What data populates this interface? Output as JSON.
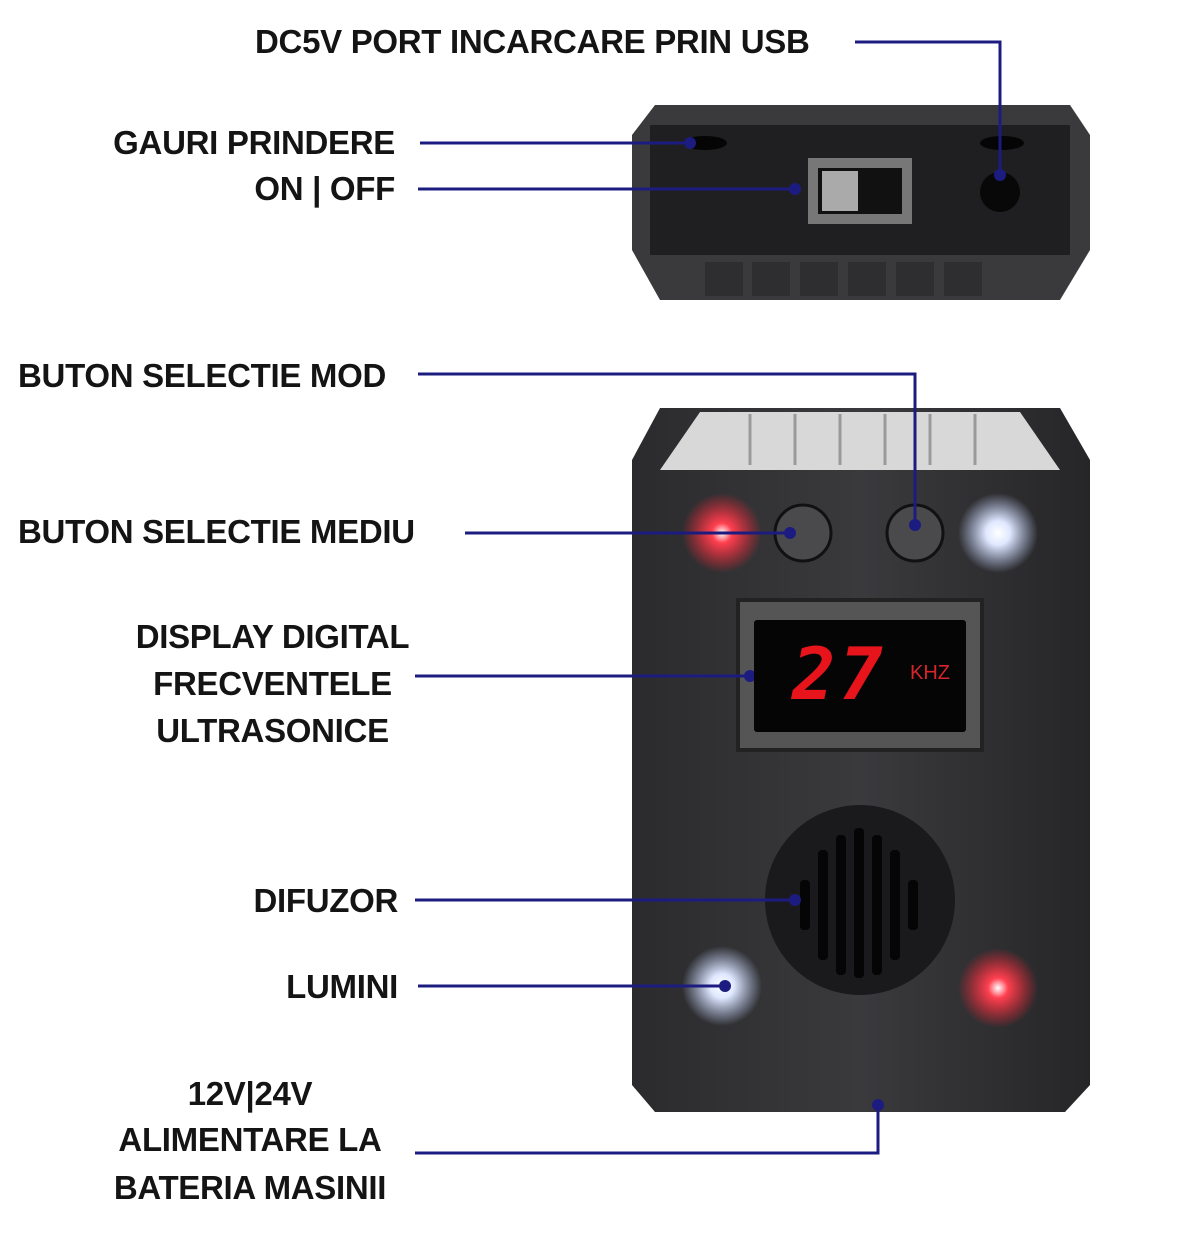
{
  "labels": {
    "usb_port": "DC5V PORT INCARCARE PRIN USB",
    "mount_holes": "GAURI PRINDERE",
    "on_off": "ON | OFF",
    "mode_button": "BUTON SELECTIE MOD",
    "env_button": "BUTON SELECTIE MEDIU",
    "display_line1": "DISPLAY DIGITAL",
    "display_line2": "FRECVENTELE",
    "display_line3": "ULTRASONICE",
    "speaker": "DIFUZOR",
    "lights": "LUMINI",
    "power_line1": "12V|24V",
    "power_line2": "ALIMENTARE LA",
    "power_line3": "BATERIA MASINII"
  },
  "display": {
    "value": "27",
    "unit": "KHZ"
  },
  "colors": {
    "leader": "#1c1c80",
    "led_red": "#ff2a3a",
    "led_white": "#ffffff",
    "body": "#2a2a2c"
  }
}
